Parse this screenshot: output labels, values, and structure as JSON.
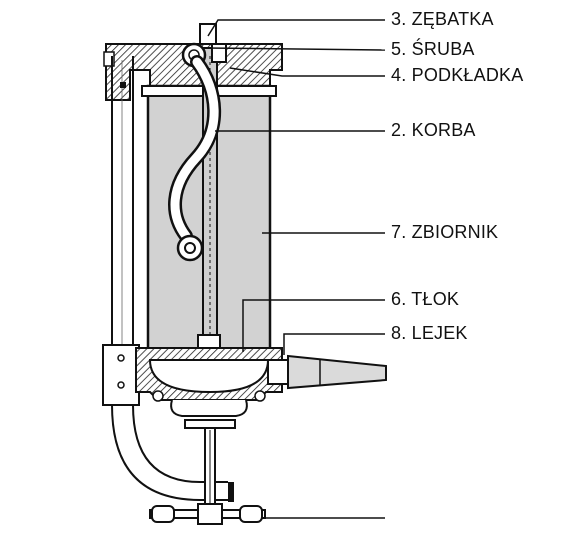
{
  "labels": {
    "zebatka": "3. ZĘBATKA",
    "sruba": "5. ŚRUBA",
    "podkladka": "4. PODKŁADKA",
    "korba": "2. KORBA",
    "zbiornik": "7. ZBIORNIK",
    "tlok": "6. TŁOK",
    "lejek": "8. LEJEK"
  }
}
